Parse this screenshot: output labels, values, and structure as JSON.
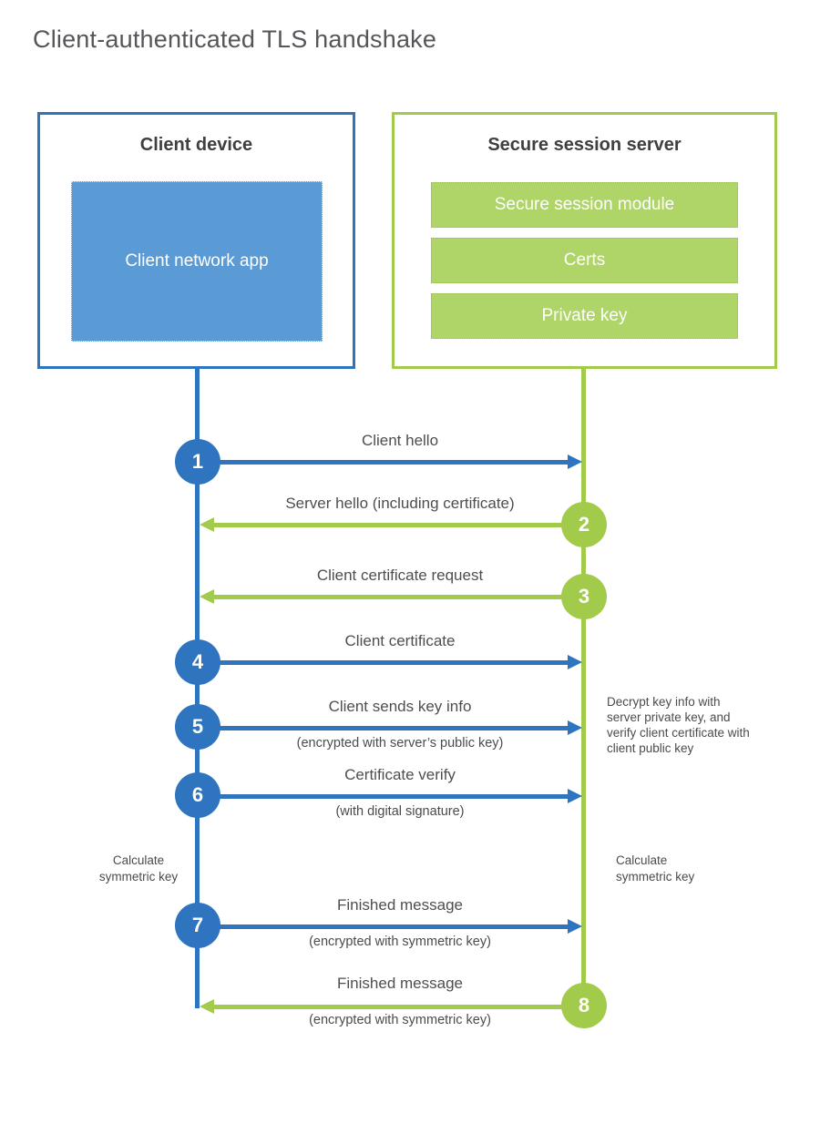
{
  "title": "Client-authenticated TLS handshake",
  "colors": {
    "blue": "#2E74BE",
    "blue_light": "#5B9BD5",
    "green": "#A2CB4B",
    "green_light": "#AFD468"
  },
  "client_panel": {
    "title": "Client device",
    "app_label": "Client network app"
  },
  "server_panel": {
    "title": "Secure session server",
    "modules": [
      "Secure session module",
      "Certs",
      "Private key"
    ]
  },
  "steps": [
    {
      "num": "1",
      "label": "Client hello",
      "direction": "client-to-server"
    },
    {
      "num": "2",
      "label": "Server hello (including certificate)",
      "direction": "server-to-client"
    },
    {
      "num": "3",
      "label": "Client certificate request",
      "direction": "server-to-client"
    },
    {
      "num": "4",
      "label": "Client certificate",
      "direction": "client-to-server"
    },
    {
      "num": "5",
      "label": "Client sends key info",
      "sublabel": "(encrypted with server’s public key)",
      "direction": "client-to-server"
    },
    {
      "num": "6",
      "label": "Certificate verify",
      "sublabel": "(with digital signature)",
      "direction": "client-to-server"
    },
    {
      "num": "7",
      "label": "Finished message",
      "sublabel": "(encrypted with symmetric key)",
      "direction": "client-to-server"
    },
    {
      "num": "8",
      "label": "Finished message",
      "sublabel": "(encrypted with symmetric key)",
      "direction": "server-to-client"
    }
  ],
  "annotations": {
    "decrypt_note": "Decrypt key info with server private key, and verify client certificate with client public key",
    "calculate_left": "Calculate symmetric key",
    "calculate_right": "Calculate symmetric key"
  }
}
